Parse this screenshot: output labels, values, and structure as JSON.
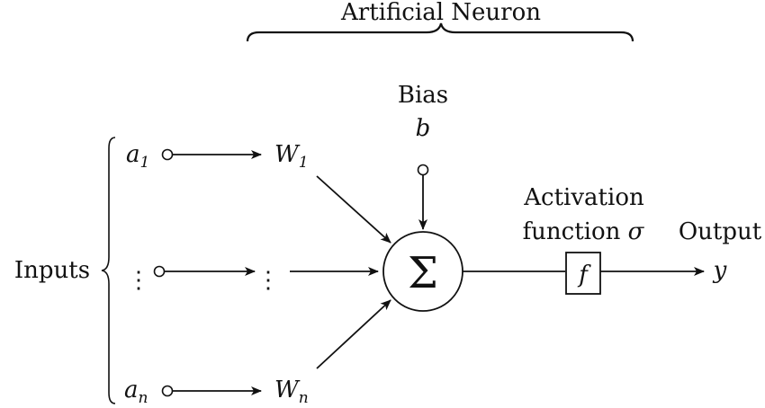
{
  "title": "Artificial Neuron",
  "inputs_label": "Inputs",
  "inputs": [
    {
      "var": "a",
      "sub": "1"
    },
    {
      "var": "a",
      "sub": "n"
    }
  ],
  "weights": [
    {
      "var": "W",
      "sub": "1"
    },
    {
      "var": "W",
      "sub": "n"
    }
  ],
  "ellipsis": "⋮",
  "bias": {
    "label": "Bias",
    "symbol": "b"
  },
  "sum_symbol": "Σ",
  "activation": {
    "line1": "Activation",
    "line2": "function",
    "sigma": "σ",
    "box": "f"
  },
  "output": {
    "label": "Output",
    "symbol": "y"
  }
}
